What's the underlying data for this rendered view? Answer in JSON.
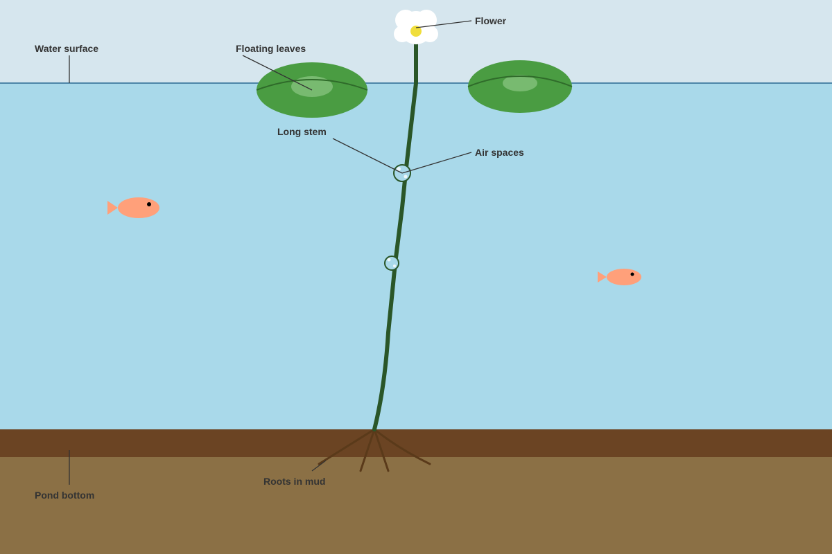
{
  "labels": {
    "water_surface": "Water surface",
    "floating_leaves": "Floating leaves",
    "flower": "Flower",
    "long_stem": "Long stem",
    "air_spaces": "Air spaces",
    "roots_in_mud": "Roots in mud",
    "pond_bottom": "Pond bottom"
  },
  "colors": {
    "sky": "#d6e6ee",
    "water": "#a9d9ea",
    "water_line": "#4d86a8",
    "mud_top": "#6b4423",
    "mud": "#8b7045",
    "leaf": "#4a9c42",
    "leaf_highlight": "#8cc784",
    "leaf_vein": "#2f6b2a",
    "stem": "#2a5628",
    "flower_petal": "#ffffff",
    "flower_center": "#f0de3c",
    "fish": "#ffa07a",
    "root": "#5a3a1a",
    "leader_line": "#333333"
  }
}
